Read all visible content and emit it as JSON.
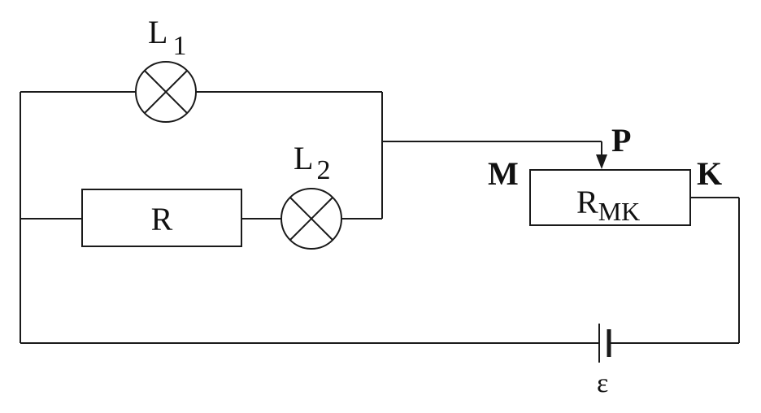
{
  "diagram": {
    "labels": {
      "lamp1_letter": "L",
      "lamp1_sub": "1",
      "lamp2_letter": "L",
      "lamp2_sub": "2",
      "resistor": "R",
      "rheostat_letter": "R",
      "rheostat_sub": "MK",
      "terminal_m": "M",
      "terminal_k": "K",
      "slider_p": "P",
      "emf": "ε"
    }
  }
}
